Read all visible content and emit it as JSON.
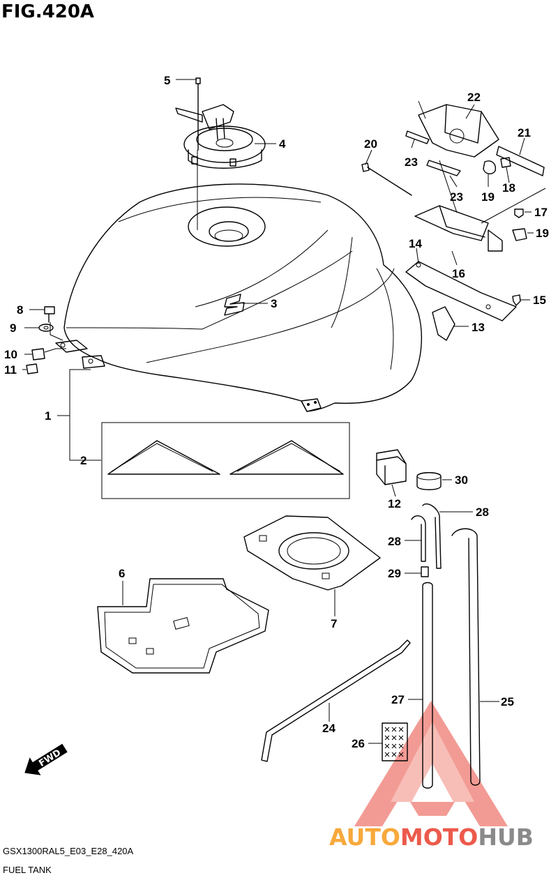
{
  "figure": {
    "title": "FIG.420A",
    "code": "GSX1300RAL5_E03_E28_420A",
    "name": "FUEL TANK"
  },
  "fwd_label": "FWD",
  "watermark": {
    "part1": "AUTO",
    "part2": "MOTO",
    "part3": "HUB",
    "color_orange": "#f7a93b",
    "color_red": "#ec5a4b",
    "color_gray": "#8a8a8a"
  },
  "callouts": [
    {
      "id": "c5",
      "label": "5"
    },
    {
      "id": "c4",
      "label": "4"
    },
    {
      "id": "c3",
      "label": "3"
    },
    {
      "id": "c8",
      "label": "8"
    },
    {
      "id": "c9",
      "label": "9"
    },
    {
      "id": "c10",
      "label": "10"
    },
    {
      "id": "c11",
      "label": "11"
    },
    {
      "id": "c1",
      "label": "1"
    },
    {
      "id": "c2",
      "label": "2"
    },
    {
      "id": "c22",
      "label": "22"
    },
    {
      "id": "c21",
      "label": "21"
    },
    {
      "id": "c20",
      "label": "20"
    },
    {
      "id": "c23a",
      "label": "23"
    },
    {
      "id": "c23b",
      "label": "23"
    },
    {
      "id": "c19a",
      "label": "19"
    },
    {
      "id": "c18",
      "label": "18"
    },
    {
      "id": "c17",
      "label": "17"
    },
    {
      "id": "c19b",
      "label": "19"
    },
    {
      "id": "c14",
      "label": "14"
    },
    {
      "id": "c16",
      "label": "16"
    },
    {
      "id": "c15",
      "label": "15"
    },
    {
      "id": "c13",
      "label": "13"
    },
    {
      "id": "c12",
      "label": "12"
    },
    {
      "id": "c30",
      "label": "30"
    },
    {
      "id": "c28a",
      "label": "28"
    },
    {
      "id": "c28b",
      "label": "28"
    },
    {
      "id": "c29",
      "label": "29"
    },
    {
      "id": "c6",
      "label": "6"
    },
    {
      "id": "c7",
      "label": "7"
    },
    {
      "id": "c27",
      "label": "27"
    },
    {
      "id": "c25",
      "label": "25"
    },
    {
      "id": "c24",
      "label": "24"
    },
    {
      "id": "c26",
      "label": "26"
    }
  ]
}
